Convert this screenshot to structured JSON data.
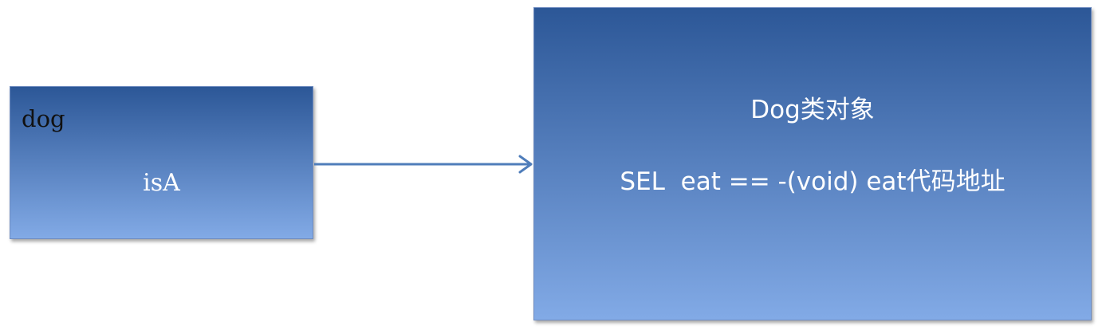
{
  "colors": {
    "box_gradient_top": "#2c5797",
    "box_gradient_bottom": "#82aae6",
    "arrow": "#4f7dba",
    "box_text": "#ffffff",
    "dog_label_text": "#111111"
  },
  "instance_box": {
    "name_label": "dog",
    "isa_label": "isA"
  },
  "class_box": {
    "title": "Dog类对象",
    "method_entry": "SEL  eat == -(void) eat代码地址"
  }
}
